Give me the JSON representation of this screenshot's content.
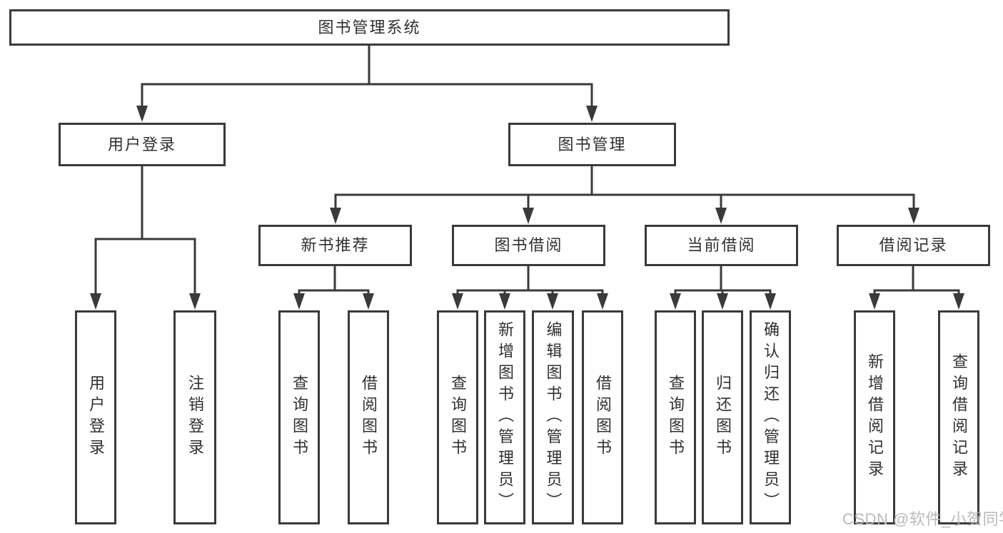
{
  "diagram_title": "图书管理系统",
  "tree": {
    "label": "图书管理系统",
    "children": [
      {
        "label": "用户登录",
        "children": [
          {
            "label": "用户登录"
          },
          {
            "label": "注销登录"
          }
        ]
      },
      {
        "label": "图书管理",
        "children": [
          {
            "label": "新书推荐",
            "children": [
              {
                "label": "查询图书"
              },
              {
                "label": "借阅图书"
              }
            ]
          },
          {
            "label": "图书借阅",
            "children": [
              {
                "label": "查询图书"
              },
              {
                "label": "新增图书（管理员）"
              },
              {
                "label": "编辑图书（管理员）"
              },
              {
                "label": "借阅图书"
              }
            ]
          },
          {
            "label": "当前借阅",
            "children": [
              {
                "label": "查询图书"
              },
              {
                "label": "归还图书"
              },
              {
                "label": "确认归还（管理员）"
              }
            ]
          },
          {
            "label": "借阅记录",
            "children": [
              {
                "label": "新增借阅记录"
              },
              {
                "label": "查询借阅记录"
              }
            ]
          }
        ]
      }
    ]
  },
  "watermark": "CSDN @软件_小贺同学",
  "colors": {
    "line": "#3a3a3a",
    "text": "#303030",
    "watermark": "#b6b6b6",
    "background": "#ffffff"
  }
}
